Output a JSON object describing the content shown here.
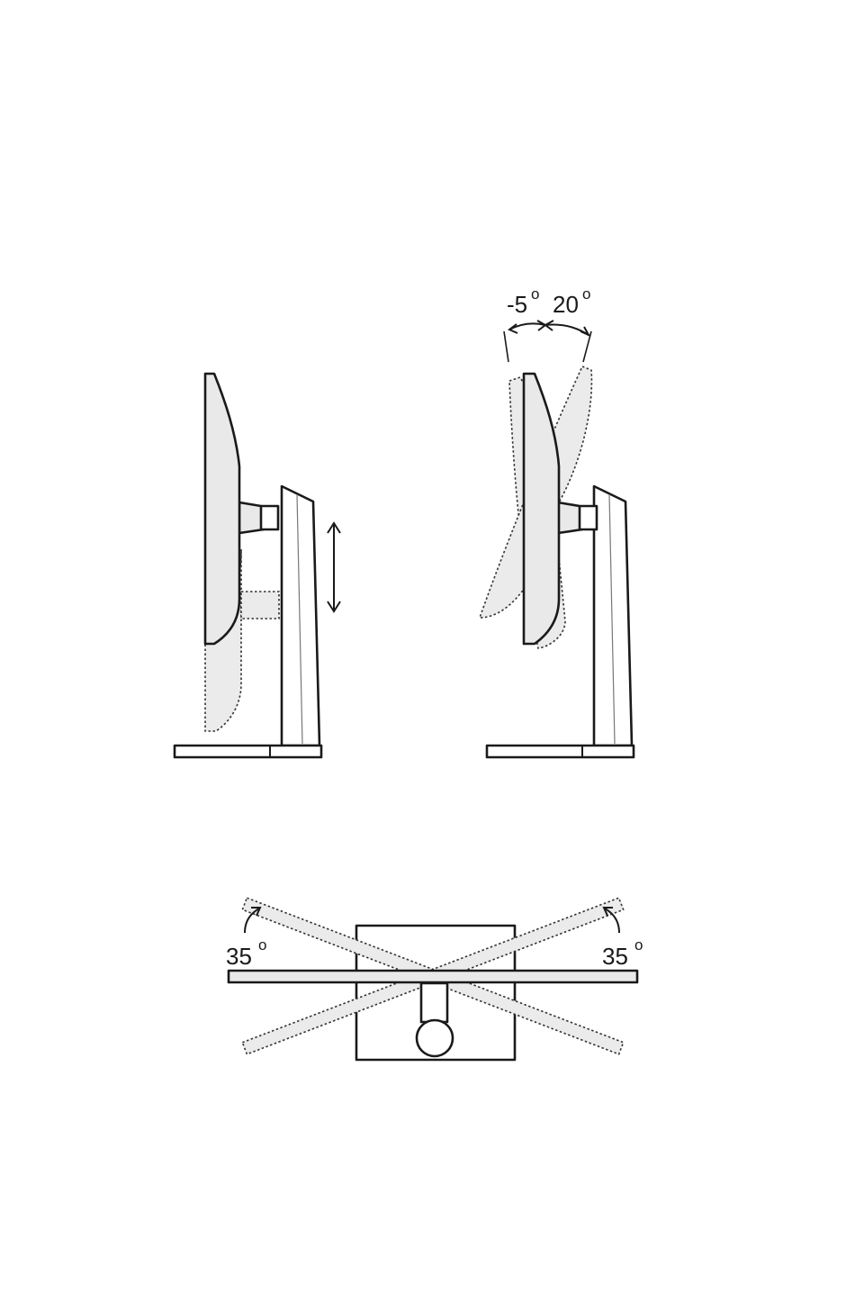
{
  "labels": {
    "tilt_forward": "-5",
    "tilt_back": "20",
    "swivel_left": "35",
    "swivel_right": "35",
    "degree_mark": "o"
  },
  "colors": {
    "line": "#1a1a1a",
    "fill": "#e9e9e9",
    "ghost_fill": "#ebebeb",
    "background": "#ffffff"
  }
}
